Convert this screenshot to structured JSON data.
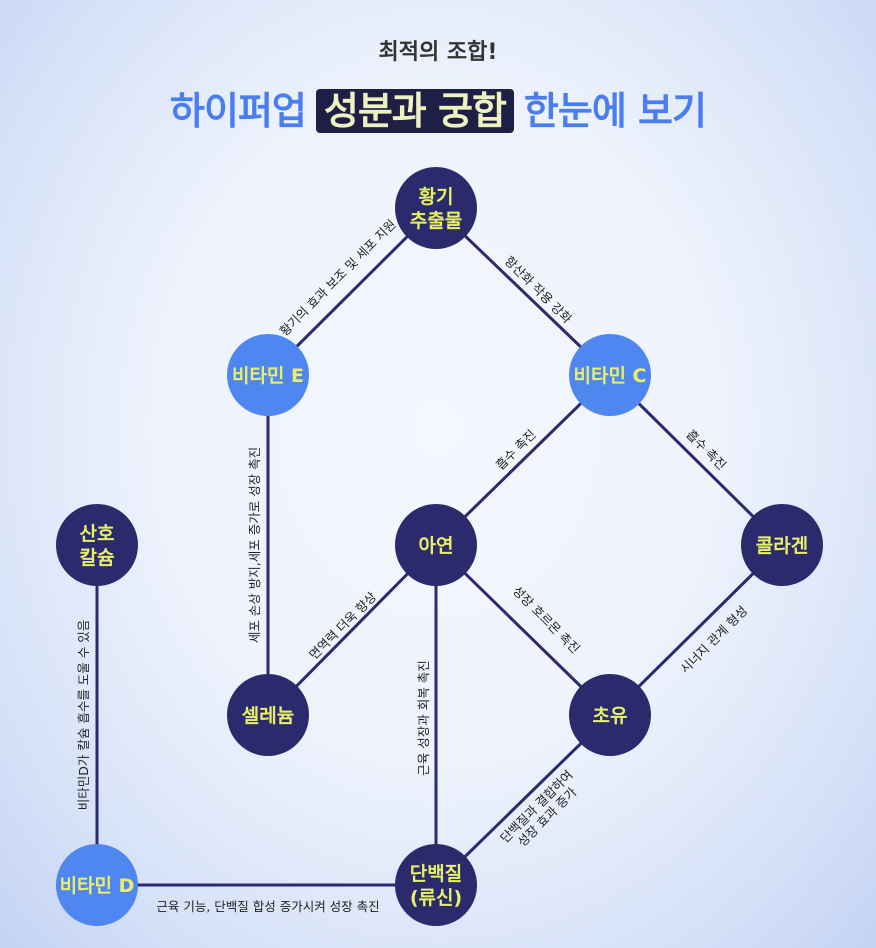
{
  "header": {
    "subtitle": "최적의 조합!",
    "title_pre": "하이퍼업",
    "title_highlight": "성분과 궁합",
    "title_post": "한눈에 보기"
  },
  "colors": {
    "dark_node": "#2a2a6c",
    "light_node": "#4f86ef",
    "node_text": "#e8f06a",
    "edge": "#2a2a6c"
  },
  "nodes": [
    {
      "id": "hwanggi",
      "lines": [
        "황기",
        "추출물"
      ],
      "style": "dark"
    },
    {
      "id": "vitE",
      "lines": [
        "비타민 E"
      ],
      "style": "light"
    },
    {
      "id": "vitC",
      "lines": [
        "비타민 C"
      ],
      "style": "light"
    },
    {
      "id": "zinc",
      "lines": [
        "아연"
      ],
      "style": "dark"
    },
    {
      "id": "collagen",
      "lines": [
        "콜라겐"
      ],
      "style": "dark"
    },
    {
      "id": "coral",
      "lines": [
        "산호",
        "칼슘"
      ],
      "style": "dark"
    },
    {
      "id": "selenium",
      "lines": [
        "셀레늄"
      ],
      "style": "dark"
    },
    {
      "id": "colostrum",
      "lines": [
        "초유"
      ],
      "style": "dark"
    },
    {
      "id": "vitD",
      "lines": [
        "비타민 D"
      ],
      "style": "light"
    },
    {
      "id": "protein",
      "lines": [
        "단백질",
        "(류신)"
      ],
      "style": "dark"
    }
  ],
  "edges": [
    {
      "from": "hwanggi",
      "to": "vitE",
      "label": [
        "황기의 효과 보조 및 세포 지원"
      ]
    },
    {
      "from": "hwanggi",
      "to": "vitC",
      "label": [
        "항산화 작용 강화"
      ]
    },
    {
      "from": "vitE",
      "to": "selenium",
      "label": [
        "세포 손상 방지,세포 증가로 성장 촉진"
      ]
    },
    {
      "from": "vitC",
      "to": "zinc",
      "label": [
        "흡수 촉진"
      ]
    },
    {
      "from": "vitC",
      "to": "collagen",
      "label": [
        "흡수 촉진"
      ]
    },
    {
      "from": "zinc",
      "to": "selenium",
      "label": [
        "면역력 더욱 향상"
      ]
    },
    {
      "from": "zinc",
      "to": "protein",
      "label": [
        "근육 성장과 회복 촉진"
      ]
    },
    {
      "from": "zinc",
      "to": "colostrum",
      "label": [
        "성장 호르몬 촉진"
      ]
    },
    {
      "from": "collagen",
      "to": "colostrum",
      "label": [
        "시너지 관계 형성"
      ]
    },
    {
      "from": "colostrum",
      "to": "protein",
      "label": [
        "단백질과 결합하여",
        "성장 효과 증가"
      ]
    },
    {
      "from": "coral",
      "to": "vitD",
      "label": [
        "비타민D가 칼슘 흡수를 도울 수 있음"
      ]
    },
    {
      "from": "vitD",
      "to": "protein",
      "label": [
        "근육 기능, 단백질 합성 증가시켜 성장 촉진"
      ]
    }
  ]
}
